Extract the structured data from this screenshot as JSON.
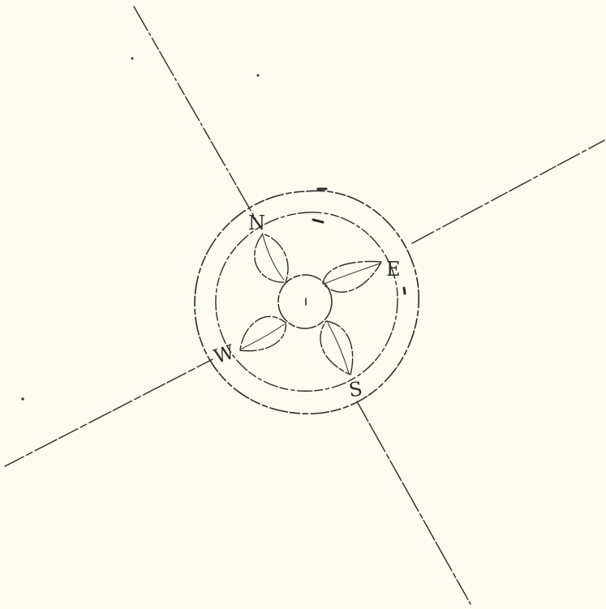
{
  "compass": {
    "north_label": "N",
    "east_label": "E",
    "south_label": "S",
    "west_label": "W"
  },
  "colors": {
    "paper": "#fcfbf1",
    "ink": "#2a2a2a"
  }
}
